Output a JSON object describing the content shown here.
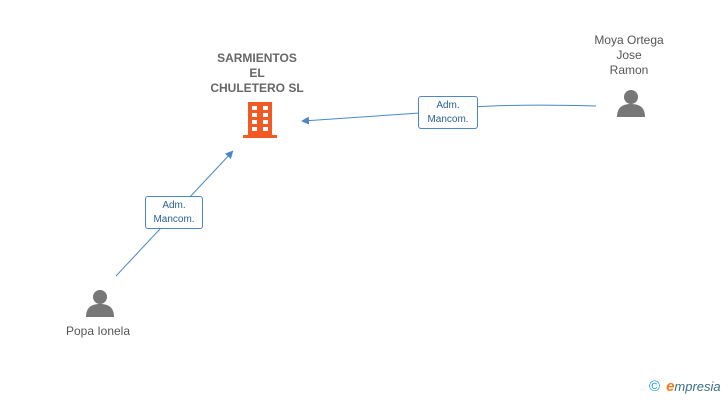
{
  "company": {
    "name_lines": [
      "SARMIENTOS",
      "EL",
      "CHULETERO SL"
    ],
    "icon": "building-icon",
    "color": "#f15a24"
  },
  "persons": [
    {
      "id": "moya",
      "name_lines": [
        "Moya Ortega",
        "Jose",
        "Ramon"
      ],
      "icon": "person-icon"
    },
    {
      "id": "popa",
      "name_lines": [
        "Popa Ionela"
      ],
      "icon": "person-icon"
    }
  ],
  "edges": [
    {
      "from": "moya",
      "to": "company",
      "label_lines": [
        "Adm.",
        "Mancom."
      ]
    },
    {
      "from": "popa",
      "to": "company",
      "label_lines": [
        "Adm.",
        "Mancom."
      ]
    }
  ],
  "colors": {
    "edge": "#4a86c8",
    "person": "#777777",
    "text": "#555555"
  },
  "footer": {
    "copyright": "©",
    "brand_initial": "e",
    "brand_rest": "mpresia"
  }
}
